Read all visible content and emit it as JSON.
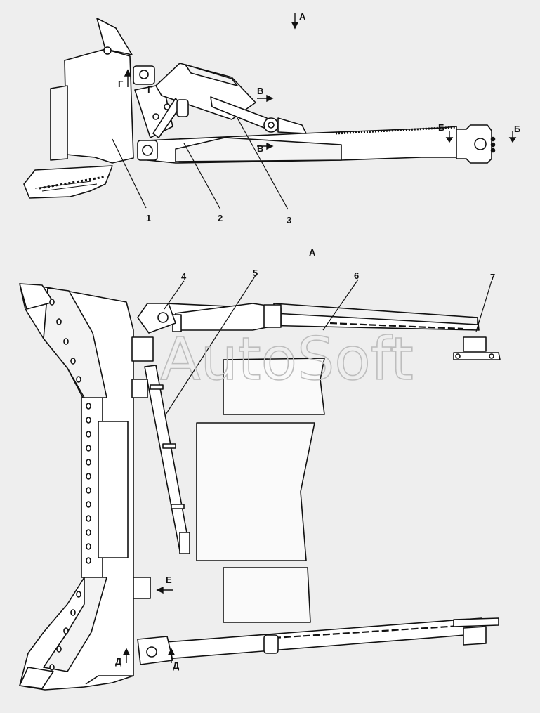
{
  "view_marks": {
    "a": "А",
    "b": "Б",
    "v": "В",
    "g": "Г",
    "d": "Д",
    "e": "Е"
  },
  "callouts": [
    "1",
    "2",
    "3",
    "4",
    "5",
    "6",
    "7"
  ],
  "watermark": "AutoSoft"
}
